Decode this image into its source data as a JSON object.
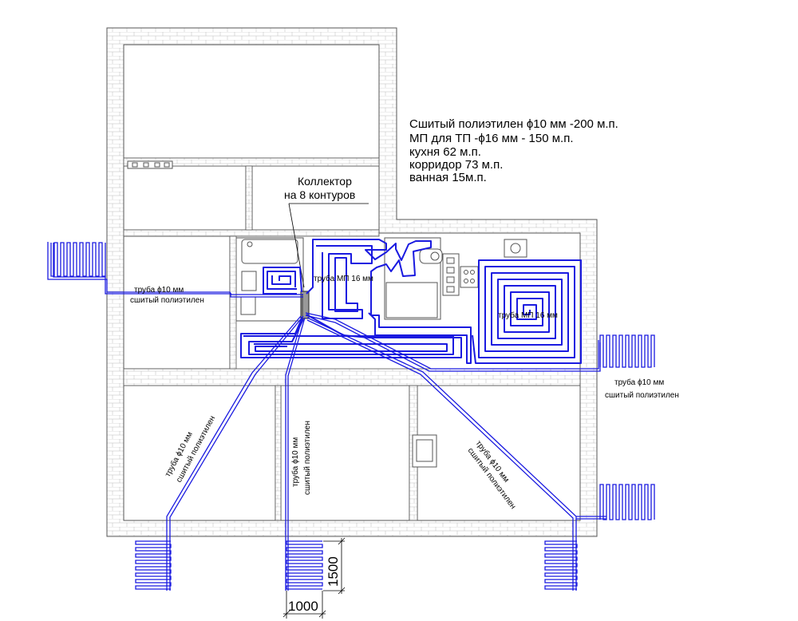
{
  "spec_notes": [
    "Сшитый полиэтилен ϕ10 мм -200 м.п.",
    "МП для ТП -ϕ16 мм - 150 м.п.",
    "кухня 62 м.п.",
    "корридор 73 м.п.",
    "ванная 15м.п."
  ],
  "collector": {
    "line1": "Коллектор",
    "line2": "на 8 контуров"
  },
  "labels": {
    "pipe_mp_left": "труба МП 16 мм",
    "pipe_mp_right": "труба МП 16 мм",
    "pipe10_left_1": "труба ϕ10 мм",
    "pipe10_left_2": "сшитый полиэтилен",
    "pipe10_right_1": "труба ϕ10 мм",
    "pipe10_right_2": "сшитый полиэтилен",
    "room_a_1": "труба ϕ10 мм",
    "room_a_2": "сшитый полиэтилен",
    "room_b_1": "труба ϕ10 мм",
    "room_b_2": "сшитый полиэтилен",
    "room_c_1": "труба ϕ10 мм",
    "room_c_2": "сшитый полиэтилен"
  },
  "dimensions": {
    "width": "1000",
    "height": "1500"
  }
}
